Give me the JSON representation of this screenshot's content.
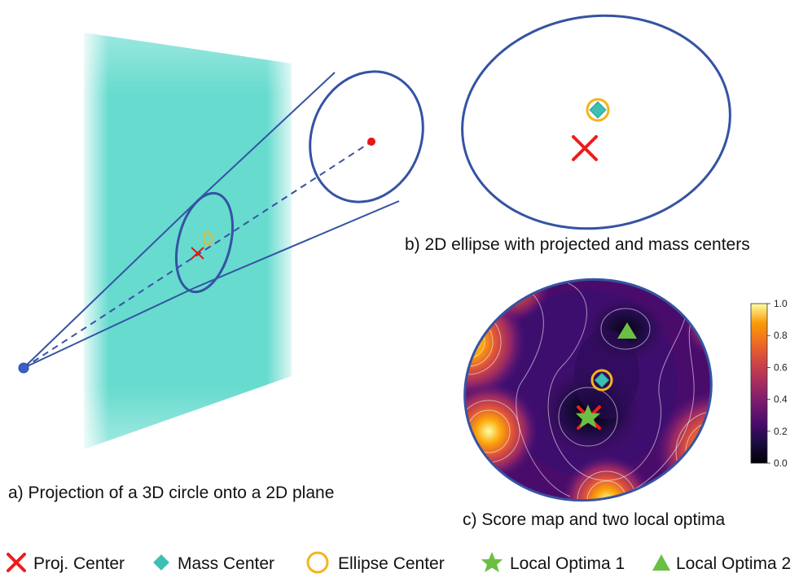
{
  "captions": {
    "a": "a) Projection of a 3D circle onto a 2D plane",
    "b": "b) 2D ellipse with projected and mass centers",
    "c": "c) Score map and two local optima"
  },
  "colorbar": {
    "ticks": [
      "0.0",
      "0.2",
      "0.4",
      "0.6",
      "0.8",
      "1.0"
    ],
    "range": [
      0.0,
      1.0
    ]
  },
  "legend": [
    {
      "marker": "cross",
      "label": "Proj. Center",
      "color": "#ee1c1c"
    },
    {
      "marker": "diamond",
      "label": "Mass Center",
      "color": "#3dbfb4"
    },
    {
      "marker": "circle",
      "label": "Ellipse Center",
      "color": "#f2b51c"
    },
    {
      "marker": "star",
      "label": "Local Optima 1",
      "color": "#6bbf45"
    },
    {
      "marker": "triangle",
      "label": "Local Optima 2",
      "color": "#6bbf45"
    }
  ],
  "colors": {
    "outline": "#3553a3",
    "plane": "#5fd9cc",
    "point": "#e81515",
    "camera": "#3b5fc9"
  }
}
